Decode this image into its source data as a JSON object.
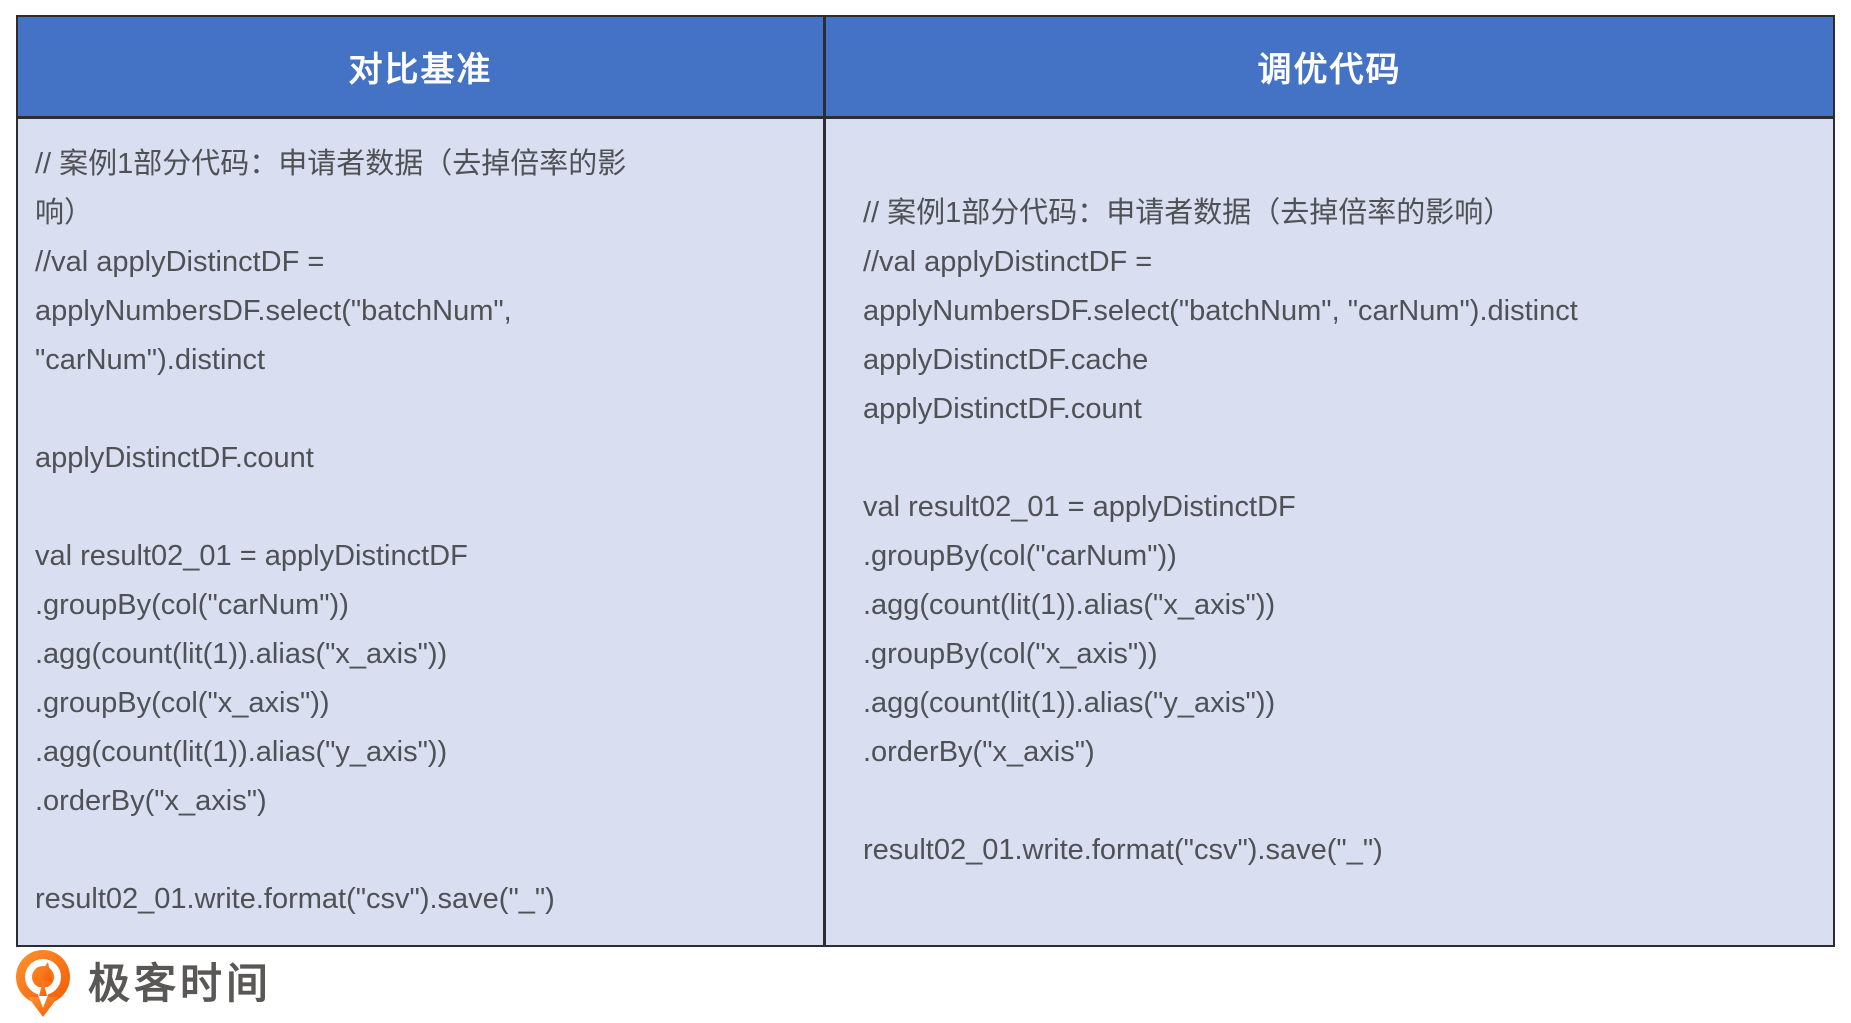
{
  "table": {
    "header": {
      "baseline_label": "对比基准",
      "tuned_label": "调优代码"
    },
    "baseline_code": "// 案例1部分代码：申请者数据（去掉倍率的影\n响）\n//val applyDistinctDF =\napplyNumbersDF.select(\"batchNum\",\n\"carNum\").distinct\n\napplyDistinctDF.count\n\nval result02_01 = applyDistinctDF\n.groupBy(col(\"carNum\"))\n.agg(count(lit(1)).alias(\"x_axis\"))\n.groupBy(col(\"x_axis\"))\n.agg(count(lit(1)).alias(\"y_axis\"))\n.orderBy(\"x_axis\")\n\nresult02_01.write.format(\"csv\").save(\"_\")",
    "tuned_code": "// 案例1部分代码：申请者数据（去掉倍率的影响）\n//val applyDistinctDF =\napplyNumbersDF.select(\"batchNum\", \"carNum\").distinct\napplyDistinctDF.cache\napplyDistinctDF.count\n\nval result02_01 = applyDistinctDF\n.groupBy(col(\"carNum\"))\n.agg(count(lit(1)).alias(\"x_axis\"))\n.groupBy(col(\"x_axis\"))\n.agg(count(lit(1)).alias(\"y_axis\"))\n.orderBy(\"x_axis\")\n\nresult02_01.write.format(\"csv\").save(\"_\")"
  },
  "footer": {
    "brand_name": "极客时间",
    "logo_icon": "geektime-q-pin-icon"
  },
  "colors": {
    "header_bg": "#4472C4",
    "cell_bg": "#D9DEF1",
    "table_border": "#2B2D33",
    "header_text": "#FFFFFF",
    "code_text": "#4F5154",
    "brand_orange": "#F8690B",
    "brand_text": "#5A5857"
  }
}
